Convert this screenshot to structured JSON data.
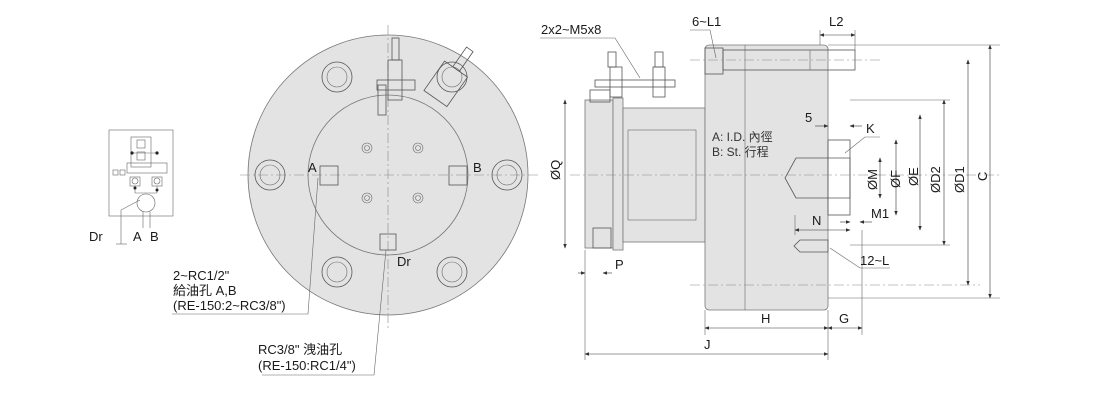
{
  "hydraulic_symbol": {
    "ports": [
      "Dr",
      "A",
      "B"
    ]
  },
  "front_view": {
    "port_labels": {
      "a": "A",
      "b": "B",
      "dr": "Dr"
    },
    "callout_supply": {
      "line1": "2~RC1/2\"",
      "line2": "給油孔 A,B",
      "line3": "(RE-150:2~RC3/8\")"
    },
    "callout_drain": {
      "line1": "RC3/8\" 洩油孔",
      "line2": "(RE-150:RC1/4\")"
    }
  },
  "side_view": {
    "labels": {
      "screw": "2x2~M5x8",
      "l1": "6~L1",
      "l2": "L2",
      "five": "5",
      "k": "K",
      "legend_a": "A: I.D. 內徑",
      "legend_b": "B: St.  行程",
      "q": "ØQ",
      "m": "ØM",
      "f": "ØF",
      "e": "ØE",
      "d2": "ØD2",
      "d1": "ØD1",
      "c": "C",
      "n": "N",
      "m1": "M1",
      "l": "12~L",
      "p": "P",
      "h": "H",
      "g": "G",
      "j": "J"
    }
  }
}
